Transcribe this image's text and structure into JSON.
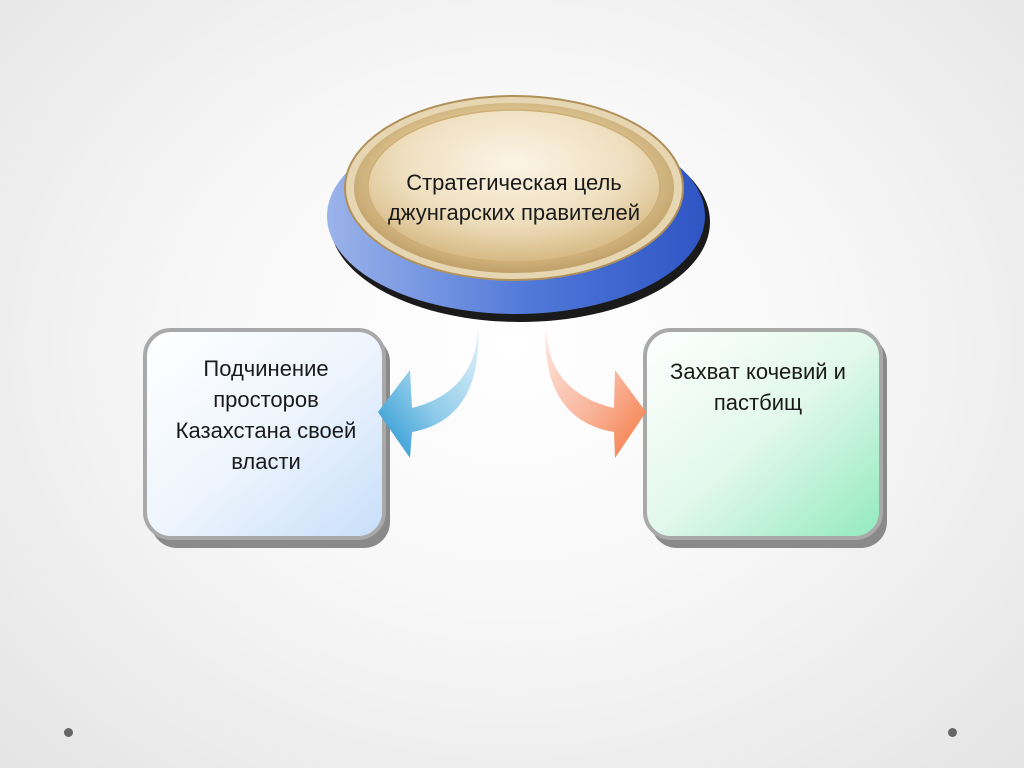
{
  "center": {
    "text": "Стратегическая цель джунгарских правителей"
  },
  "left_box": {
    "text": "Подчинение просторов Казахстана своей власти"
  },
  "right_box": {
    "text": "Захват кочевий и пастбищ"
  },
  "colors": {
    "disc_outer": "#3a62cf",
    "disc_inner": "#d9c08e",
    "left_arrow": "#2f9fd6",
    "right_arrow": "#f5875a",
    "left_box_fill": "#d6e8fb",
    "right_box_fill": "#a8eec8"
  }
}
